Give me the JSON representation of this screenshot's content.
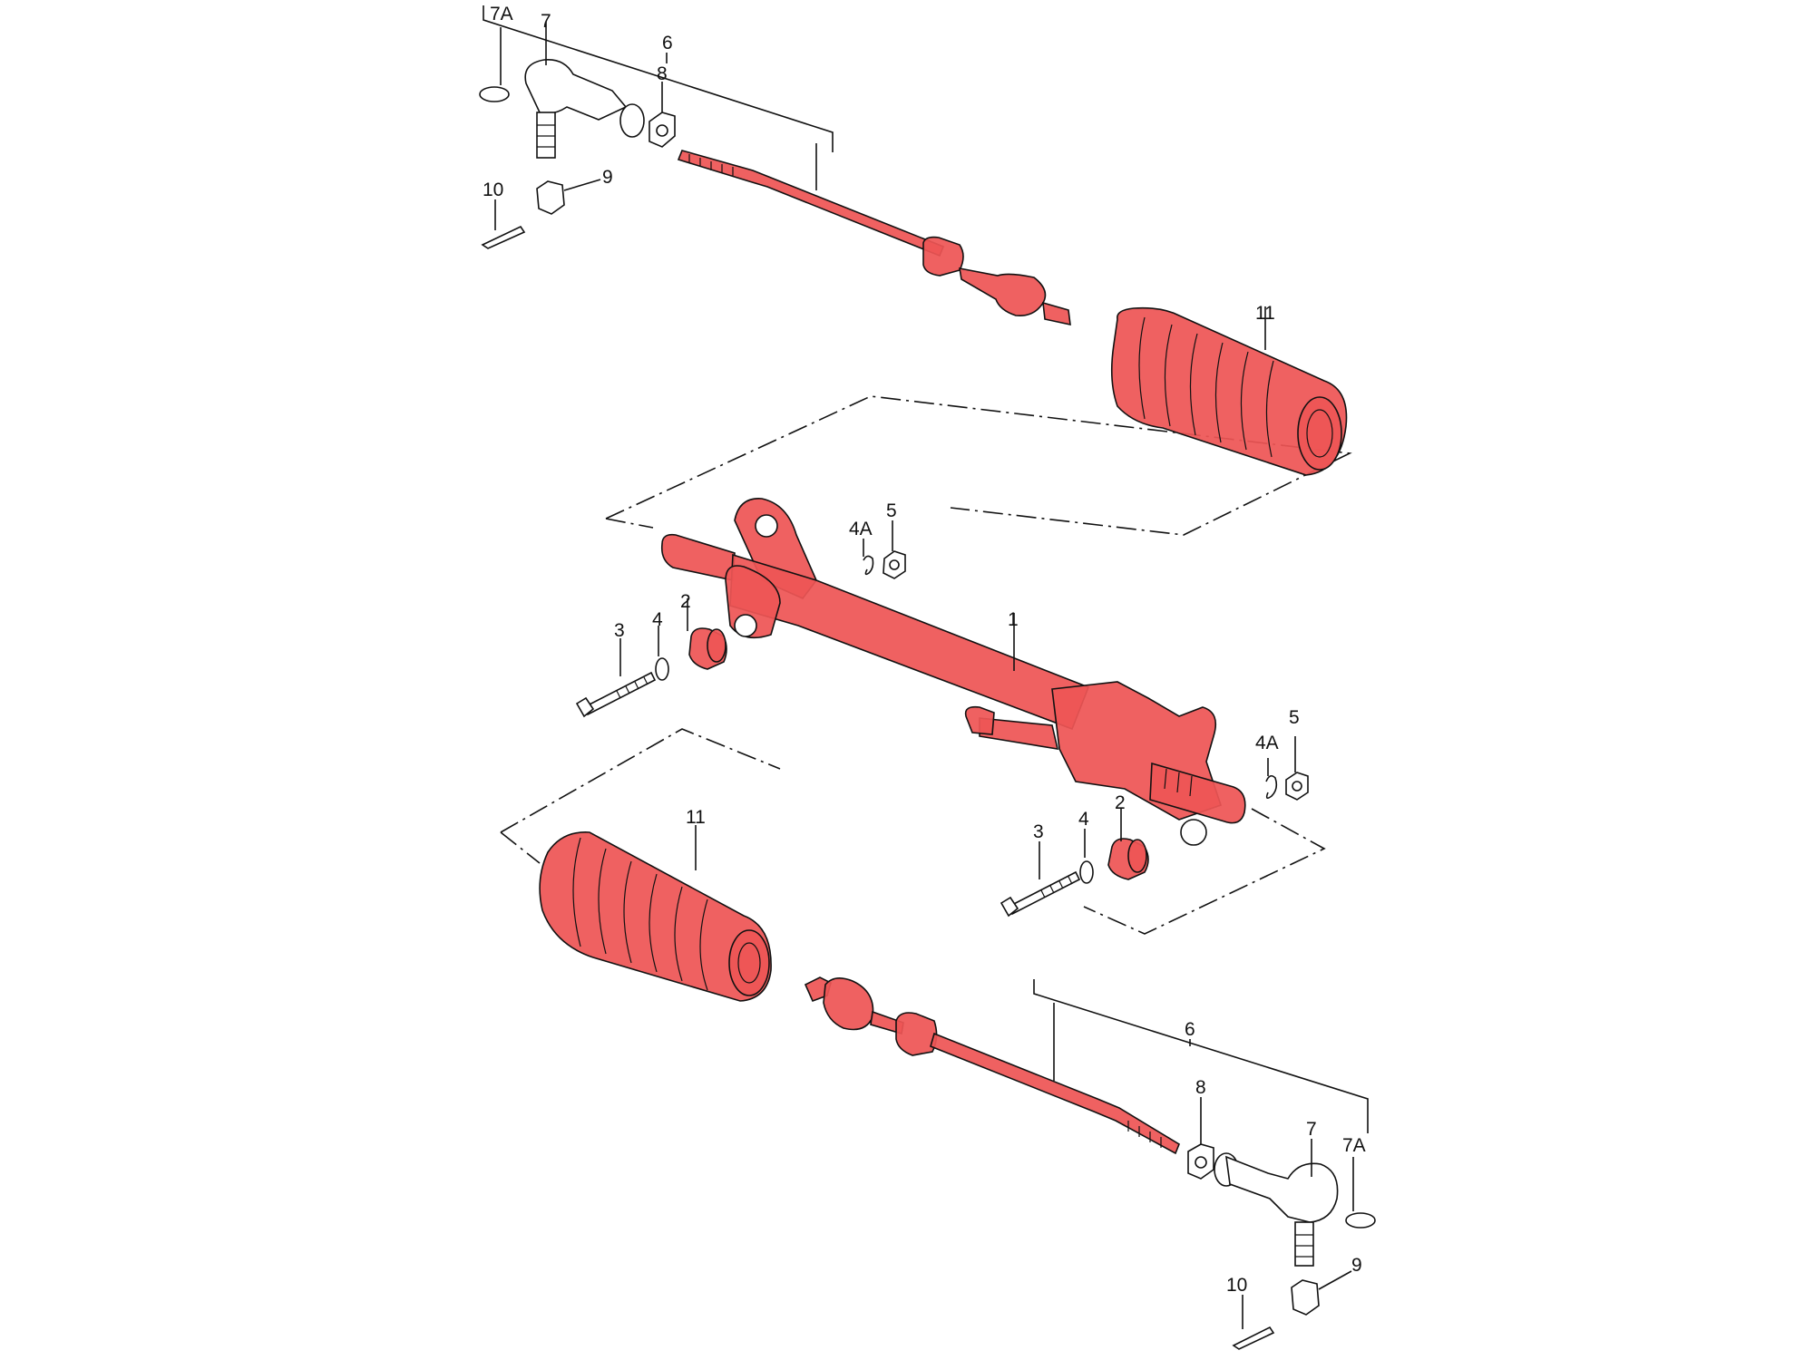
{
  "colors": {
    "highlight": "#ee5555",
    "line": "#111111",
    "background": "#ffffff"
  },
  "labels": {
    "part_1": "1",
    "part_2": "2",
    "part_3": "3",
    "part_4": "4",
    "part_4a": "4A",
    "part_5": "5",
    "part_6": "6",
    "part_7": "7",
    "part_7a": "7A",
    "part_8": "8",
    "part_9": "9",
    "part_10": "10",
    "part_11": "11"
  }
}
